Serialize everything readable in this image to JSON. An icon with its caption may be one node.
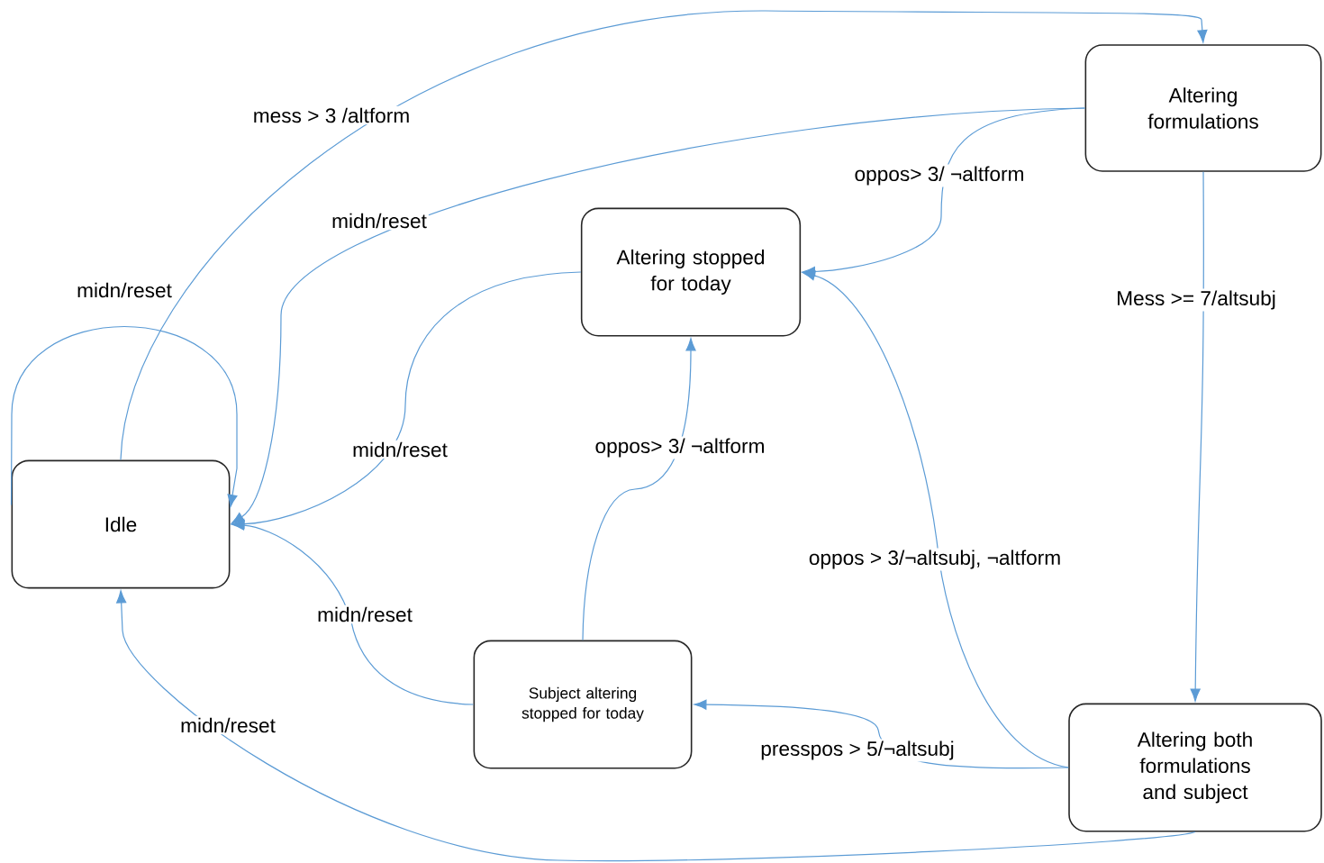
{
  "diagram": {
    "nodes": [
      {
        "text": [
          "Idle"
        ]
      },
      {
        "text": [
          "Altering formulations"
        ]
      },
      {
        "text": [
          "Altering stopped for today"
        ]
      },
      {
        "text": [
          "Subject altering stopped for today"
        ]
      },
      {
        "text": [
          "Altering both formulations and subject"
        ]
      }
    ],
    "edges": [
      {
        "from": 0,
        "to": 1,
        "arrow": "to",
        "label": "mess > 3 /altform"
      },
      {
        "from": 1,
        "to": 0,
        "arrow": "to",
        "label": "midn/reset"
      },
      {
        "from": 0,
        "to": 0,
        "arrow": "to",
        "label": "midn/reset"
      },
      {
        "from": 1,
        "to": 2,
        "arrow": "to",
        "label": "oppos> 3/ ¬altform"
      },
      {
        "from": 1,
        "to": 4,
        "arrow": "to",
        "label": "Mess >= 7/altsubj"
      },
      {
        "from": 2,
        "to": 0,
        "arrow": "to",
        "label": "midn/reset"
      },
      {
        "from": 3,
        "to": 2,
        "arrow": "to",
        "label": "oppos> 3/ ¬altform"
      },
      {
        "from": 3,
        "to": 0,
        "arrow": "to",
        "label": "midn/reset"
      },
      {
        "from": 4,
        "to": 2,
        "arrow": "to",
        "label": "oppos > 3/¬altsubj, ¬altform"
      },
      {
        "from": 4,
        "to": 3,
        "arrow": "to",
        "label": "presspos > 5/¬altsubj"
      },
      {
        "from": 4,
        "to": 0,
        "arrow": "to",
        "label": "midn/reset"
      }
    ]
  }
}
